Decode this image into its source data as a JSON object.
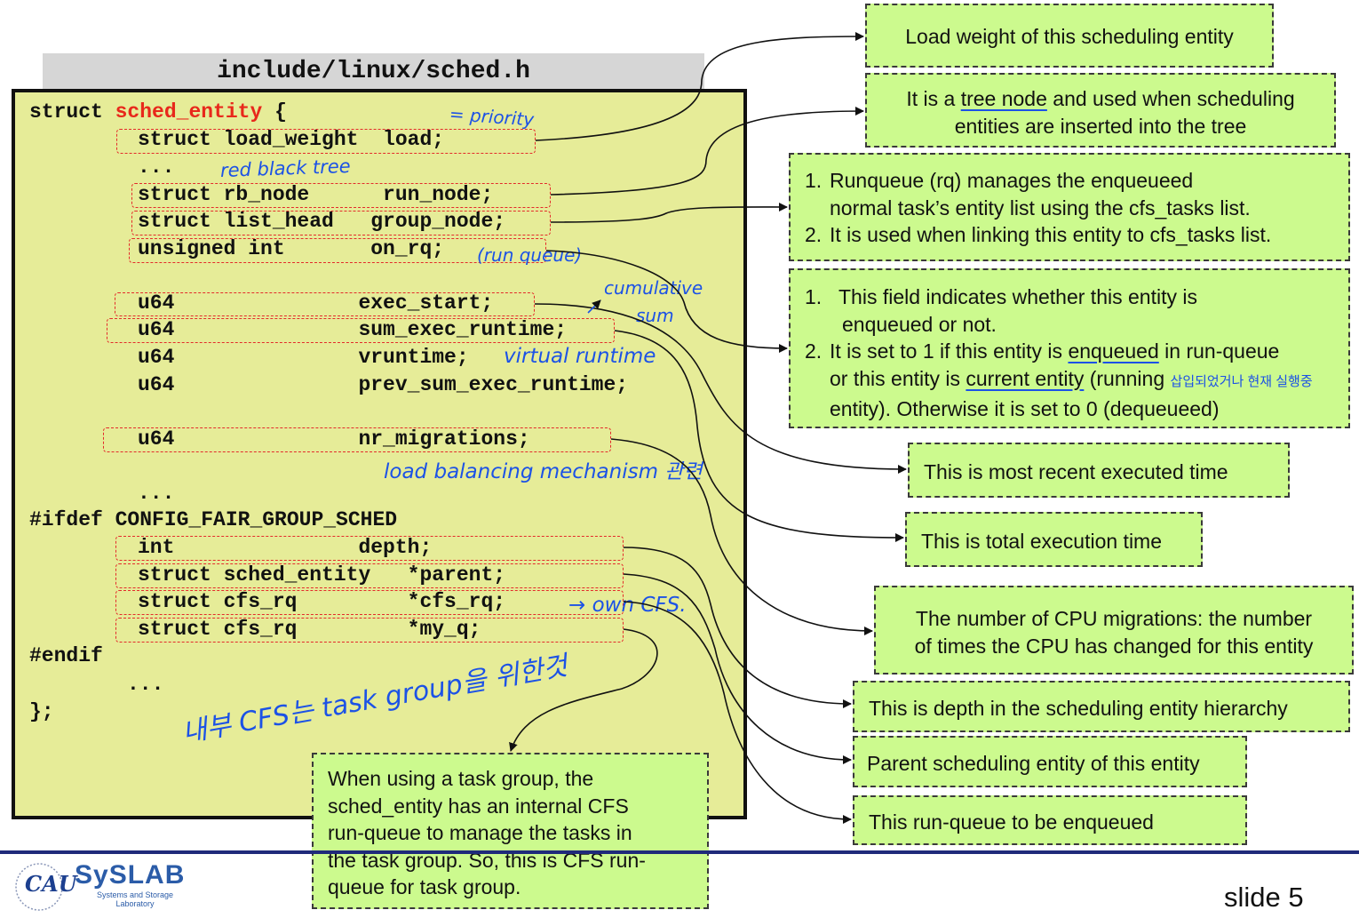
{
  "header": {
    "file_name": "include/linux/sched.h"
  },
  "code": {
    "struct_kw": "struct ",
    "struct_name": "sched_entity",
    "open_brace": " {",
    "lines": [
      "struct load_weight  load;",
      "...",
      "struct rb_node      run_node;",
      "struct list_head   group_node;",
      "unsigned int       on_rq;",
      "u64               exec_start;",
      "u64               sum_exec_runtime;",
      "u64               vruntime;",
      "u64               prev_sum_exec_runtime;",
      "u64               nr_migrations;",
      "...",
      "#ifdef CONFIG_FAIR_GROUP_SCHED",
      "int               depth;",
      "struct sched_entity   *parent;",
      "struct cfs_rq         *cfs_rq;",
      "struct cfs_rq         *my_q;",
      "#endif",
      "...",
      "};"
    ]
  },
  "handwritten_notes": {
    "priority": "= priority",
    "red_black_tree": "red black tree",
    "run_queue": "(run queue)",
    "cumulative": "cumulative",
    "sum": "sum",
    "virtual_runtime": "virtual runtime",
    "load_balancing": "load balancing mechanism 관련",
    "own_cfs": "→ own CFS.",
    "task_group_note": "내부 CFS는 task group을 위한것"
  },
  "callouts": {
    "load_weight": "Load weight of this scheduling entity",
    "tree_node_prefix": "It is a ",
    "tree_node_ul": "tree node",
    "tree_node_rest1": " and used when scheduling",
    "tree_node_rest2": "entities are inserted into the tree",
    "group_node_1a": "Runqueue (rq) manages the enqueueed",
    "group_node_1b": "normal task’s entity list using the cfs_tasks list.",
    "group_node_2": "It is used when linking this entity to cfs_tasks list.",
    "num1": "1.",
    "num2": "2.",
    "on_rq_1a": "This field indicates whether this entity is",
    "on_rq_1b": "enqueued or not.",
    "on_rq_2a_pre": "It is set to 1 if this entity is ",
    "on_rq_2a_ul": "enqueued",
    "on_rq_2a_post": " in run-queue",
    "on_rq_2b_pre": "or this entity is ",
    "on_rq_2b_ul": "current entity",
    "on_rq_2b_post": " (running ",
    "on_rq_2b_ko": "삽입되었거나 현재 실행중",
    "on_rq_2c": "entity). Otherwise it is set to 0 (dequeueed)",
    "exec_start": "This is most recent executed time",
    "sum_exec": "This is total execution time",
    "migrations_1": "The number of CPU migrations: the number",
    "migrations_2": "of times the CPU has changed for this entity",
    "depth": "This is depth in the scheduling entity hierarchy",
    "parent": "Parent scheduling entity of this entity",
    "cfs_rq": "This run-queue to be enqueued",
    "my_q_1": "When using a task group, the",
    "my_q_2": "sched_entity has an internal CFS",
    "my_q_3": "run-queue to manage the tasks in",
    "my_q_4": "the task group. So, this is CFS run-",
    "my_q_5": "queue for task group."
  },
  "footer": {
    "logo_cau": "CAU",
    "logo_syslab": "SySLAB",
    "logo_sub1": "Systems and Storage",
    "logo_sub2": "Laboratory",
    "slide_number": "slide 5"
  },
  "colors": {
    "code_bg": "#e6ec98",
    "callout_bg": "#ccfa8e",
    "highlight_border": "#e32b2b",
    "note_blue": "#1c52e6",
    "struct_name_red": "#e8281b",
    "footer_rule": "#1f2a7a"
  }
}
